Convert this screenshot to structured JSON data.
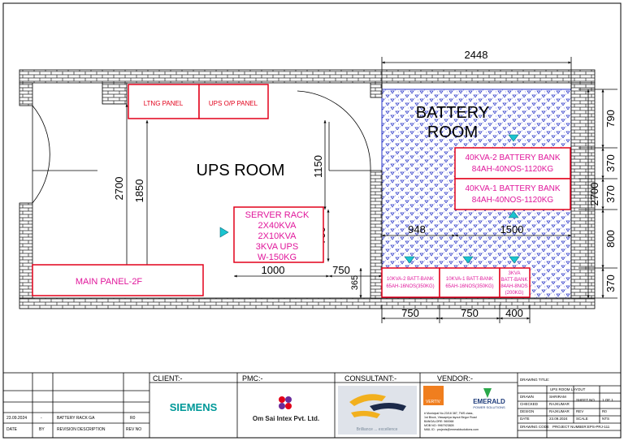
{
  "dimensions": {
    "top_width": "2448",
    "right_790": "790",
    "right_370a": "370",
    "right_370b": "370",
    "right_2700": "2700",
    "right_800": "800",
    "right_370c": "370",
    "left_2700": "2700",
    "left_1850": "1850",
    "ups_1150": "1150",
    "rack_700": "700",
    "rack_1000": "1000",
    "gap_750": "750",
    "small_365": "365",
    "batt_948": "948",
    "batt_1500": "1500",
    "bottom_750a": "750",
    "bottom_750b": "750",
    "bottom_400": "400"
  },
  "rooms": {
    "battery_line1": "BATTERY",
    "battery_line2": "ROOM",
    "ups_room": "UPS ROOM"
  },
  "equipment": {
    "ltng_panel": "LTNG PANEL",
    "ups_op_panel": "UPS O/P PANEL",
    "main_panel": "MAIN PANEL-2F",
    "server_rack": [
      "SERVER RACK",
      "2X40KVA",
      "2X10KVA",
      "3KVA UPS",
      "W-150KG"
    ],
    "bank_40kva_2": [
      "40KVA-2 BATTERY BANK",
      "84AH-40NOS-1120KG"
    ],
    "bank_40kva_1": [
      "40KVA-1 BATTERY BANK",
      "84AH-40NOS-1120KG"
    ],
    "bank_10kva_2": [
      "10KVA-2 BATT-BANK",
      "65AH-16NOS(350KG)"
    ],
    "bank_10kva_1": [
      "10KVA-1 BATT-BANK",
      "65AH-16NOS(350KG)"
    ],
    "bank_3kva": [
      "3KVA",
      "BATT-BANK",
      "84AH-8NOS",
      "(200KG)"
    ]
  },
  "title_block": {
    "revision": {
      "date": "23.09.2024",
      "by": "-",
      "description": "BATTERY RACK GA",
      "rev": "R0",
      "header_date": "DATE",
      "header_by": "BY",
      "header_desc": "REVISION DESCRIPTION",
      "header_rev": "REV NO"
    },
    "client_label": "CLIENT:-",
    "client_name": "SIEMENS",
    "pmc_label": "PMC:-",
    "pmc_name": "Om Sai Intex Pvt. Ltd.",
    "consultant_label": "CONSULTANT:-",
    "consultant_tagline": "Brilliance ... excellence",
    "vendor_label": "VENDOR:-",
    "vertiv": "VERTIV",
    "emerald": "EMERALD",
    "emerald_sub": "POWER SOLUTIONS",
    "vendor_address": [
      "# Municipal No.23/18 387, TMS class,",
      "1st Block, Viswapriya layout Begur Road",
      "BANGALORE: 560068",
      "MOB NO: 9967923828",
      "MAIL ID : projects@emeraldsolutions.com"
    ],
    "drawing_title_label": "DRAWING TITLE:",
    "drawing_title": "UPS ROOM LAYOUT",
    "drawn_label": "DRAWN",
    "drawn_by": "SHRIRAM",
    "checked_label": "CHECKED",
    "checked_by": "RAJKUMAR",
    "design_label": "DESIGN",
    "design_by": "RAJKUMAR",
    "date_label": "DATE",
    "date_value": "23.09.2024",
    "sheet_label": "SHEET NO",
    "sheet_value": "1 OF 1",
    "rev_label": "REV",
    "rev_value": "R0",
    "scale_label": "SCALE",
    "scale_value": "NTS",
    "drawing_code_label": "DRAWING CODE",
    "project_number": "PROJECT NUMBER:EPS-PRJ-111"
  }
}
